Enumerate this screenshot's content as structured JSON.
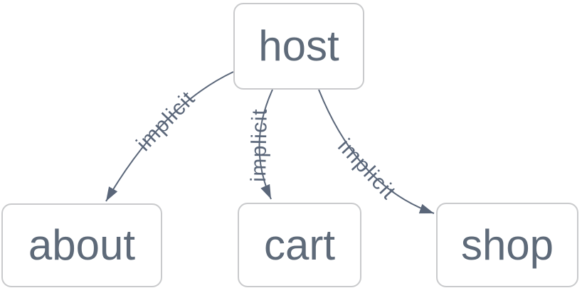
{
  "diagram": {
    "type": "directed-graph",
    "nodes": [
      {
        "id": "host",
        "label": "host"
      },
      {
        "id": "about",
        "label": "about"
      },
      {
        "id": "cart",
        "label": "cart"
      },
      {
        "id": "shop",
        "label": "shop"
      }
    ],
    "edges": [
      {
        "from": "host",
        "to": "about",
        "label": "implicit"
      },
      {
        "from": "host",
        "to": "cart",
        "label": "implicit"
      },
      {
        "from": "host",
        "to": "shop",
        "label": "implicit"
      }
    ],
    "colors": {
      "canvas_background": "#ffffff",
      "node_background": "#ffffff",
      "node_border": "#c9cacc",
      "node_text": "#5e6a79",
      "edge_line": "#5a6679",
      "edge_label_text": "#5a6679"
    }
  }
}
